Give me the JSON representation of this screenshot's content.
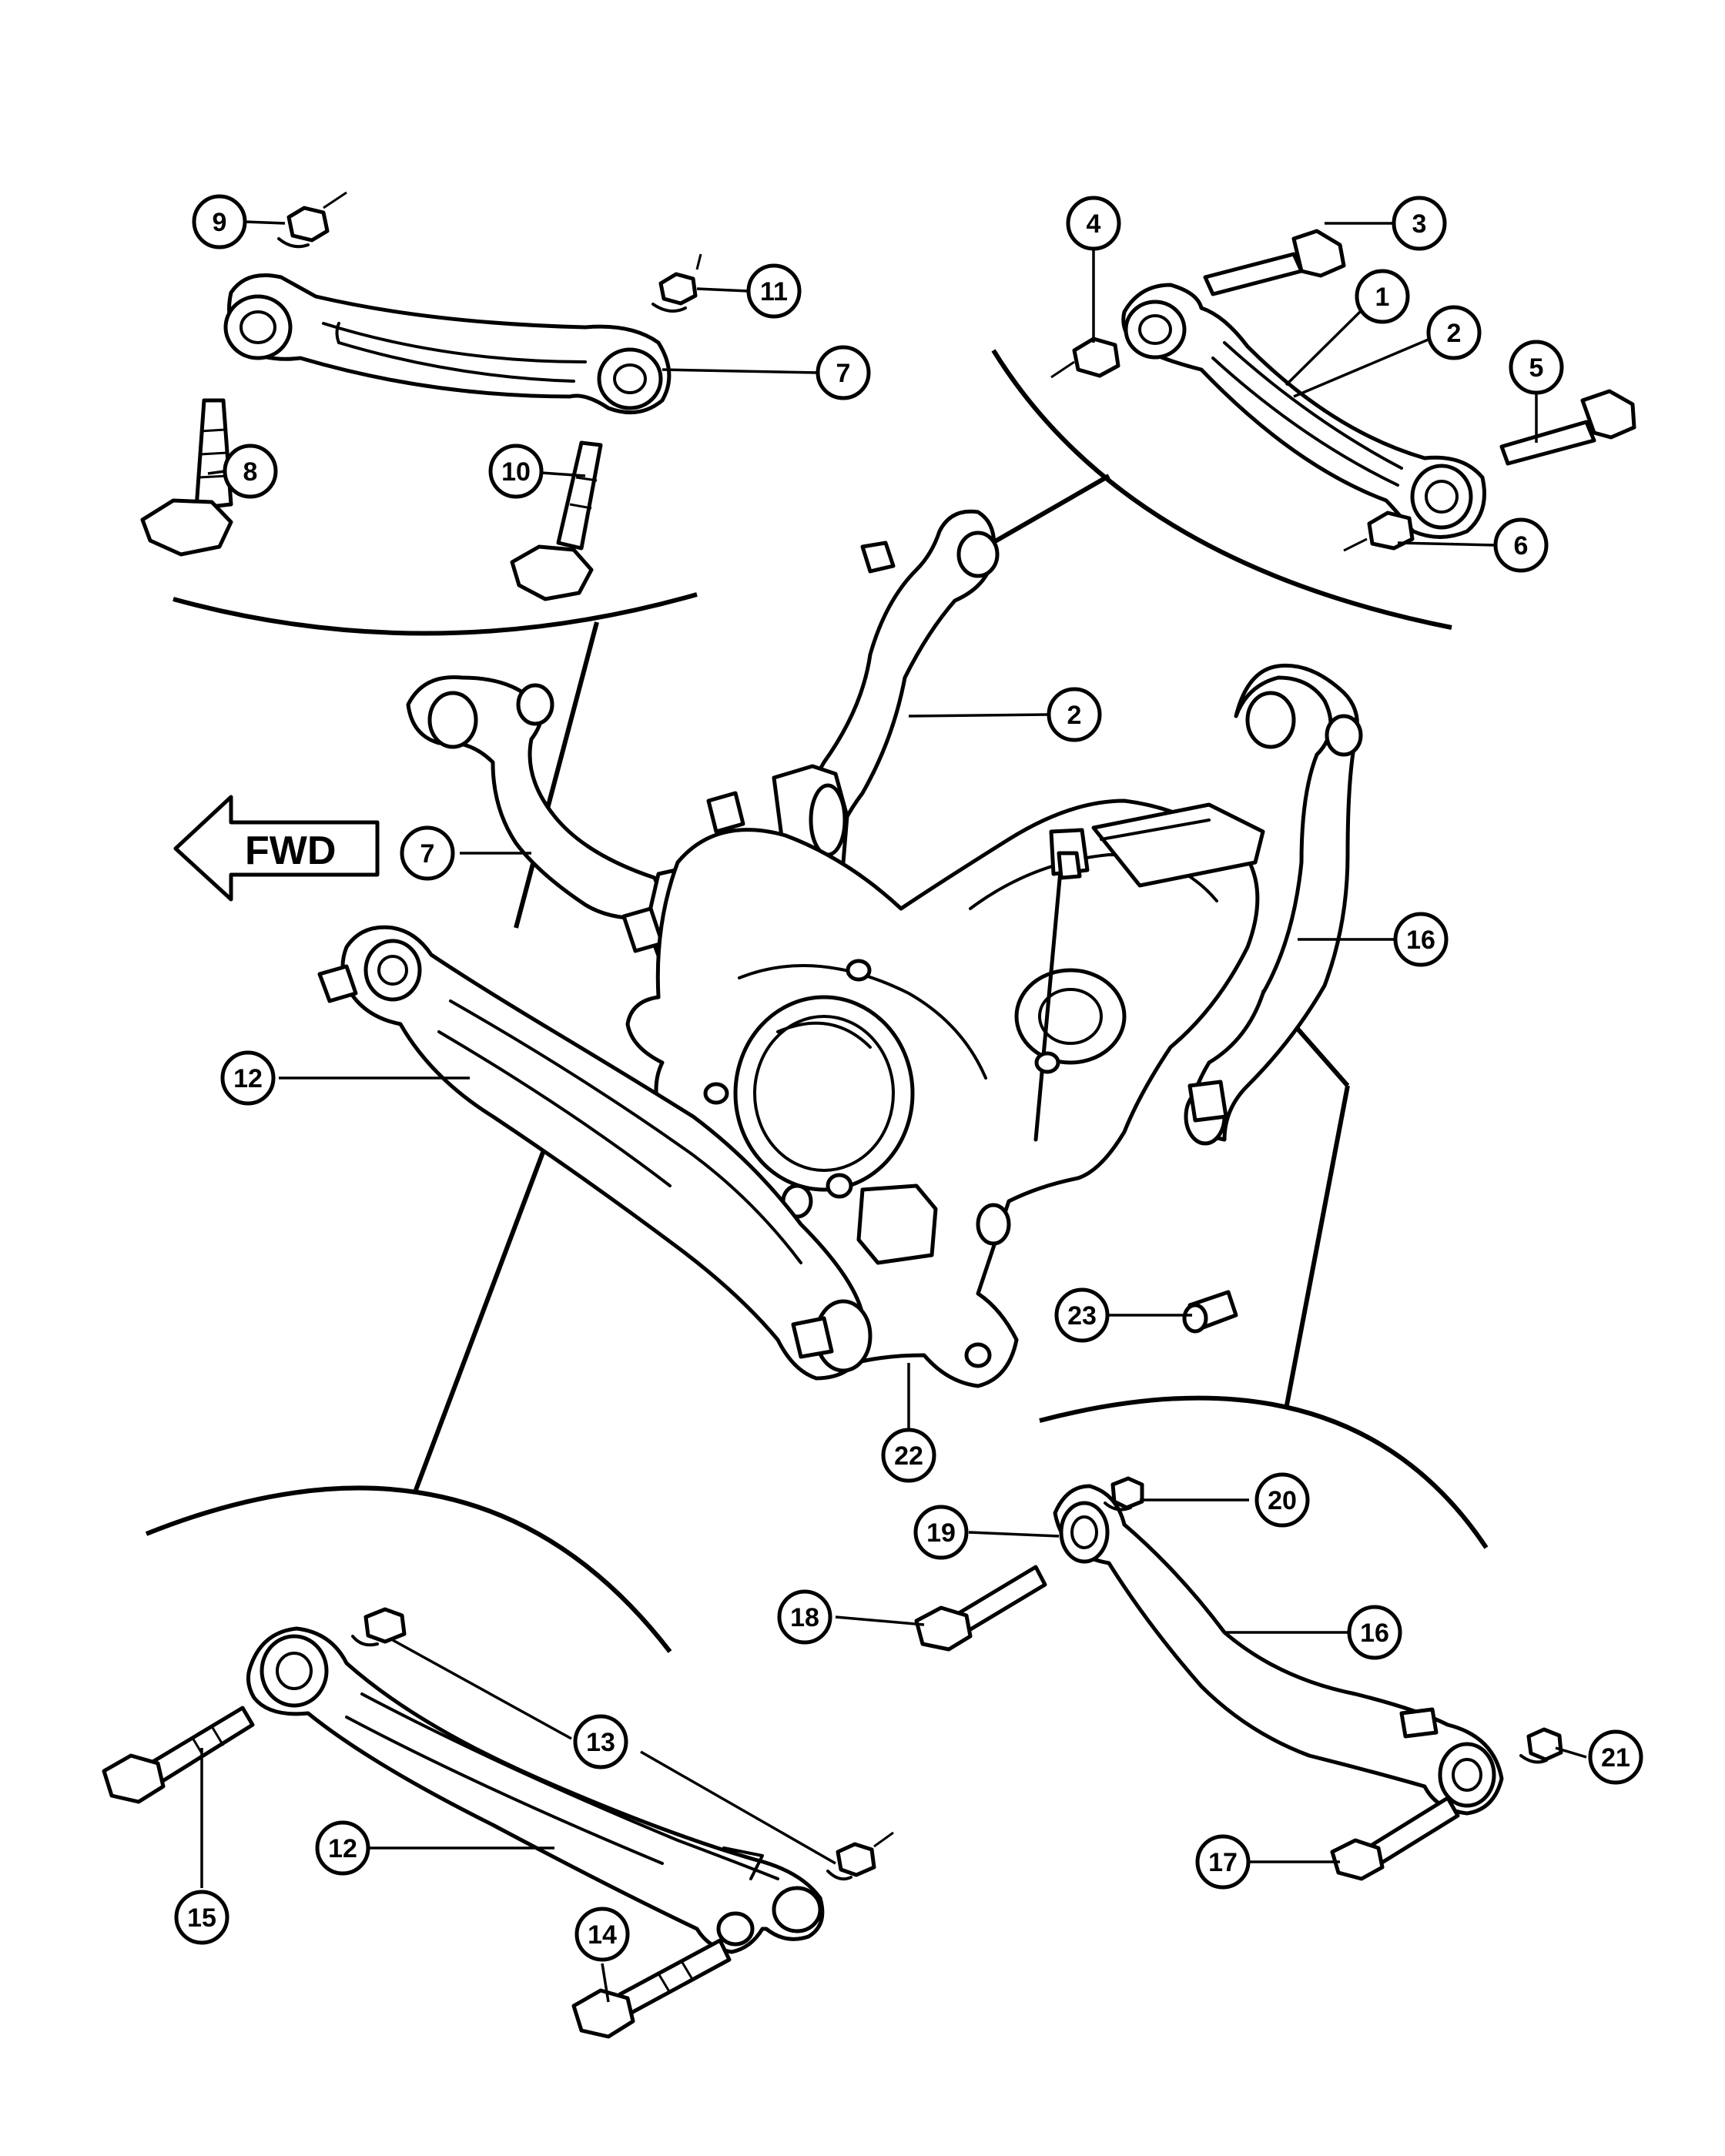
{
  "fwd_label": "FWD",
  "callouts": [
    {
      "id": "c9",
      "label": "9"
    },
    {
      "id": "c11",
      "label": "11"
    },
    {
      "id": "c7a",
      "label": "7"
    },
    {
      "id": "c8",
      "label": "8"
    },
    {
      "id": "c10",
      "label": "10"
    },
    {
      "id": "c4",
      "label": "4"
    },
    {
      "id": "c3",
      "label": "3"
    },
    {
      "id": "c1",
      "label": "1"
    },
    {
      "id": "c2a",
      "label": "2"
    },
    {
      "id": "c5",
      "label": "5"
    },
    {
      "id": "c6",
      "label": "6"
    },
    {
      "id": "c2b",
      "label": "2"
    },
    {
      "id": "c7b",
      "label": "7"
    },
    {
      "id": "c16a",
      "label": "16"
    },
    {
      "id": "c12a",
      "label": "12"
    },
    {
      "id": "c23",
      "label": "23"
    },
    {
      "id": "c22",
      "label": "22"
    },
    {
      "id": "c20",
      "label": "20"
    },
    {
      "id": "c19",
      "label": "19"
    },
    {
      "id": "c18",
      "label": "18"
    },
    {
      "id": "c16b",
      "label": "16"
    },
    {
      "id": "c21",
      "label": "21"
    },
    {
      "id": "c17",
      "label": "17"
    },
    {
      "id": "c13",
      "label": "13"
    },
    {
      "id": "c12b",
      "label": "12"
    },
    {
      "id": "c15",
      "label": "15"
    },
    {
      "id": "c14",
      "label": "14"
    }
  ]
}
